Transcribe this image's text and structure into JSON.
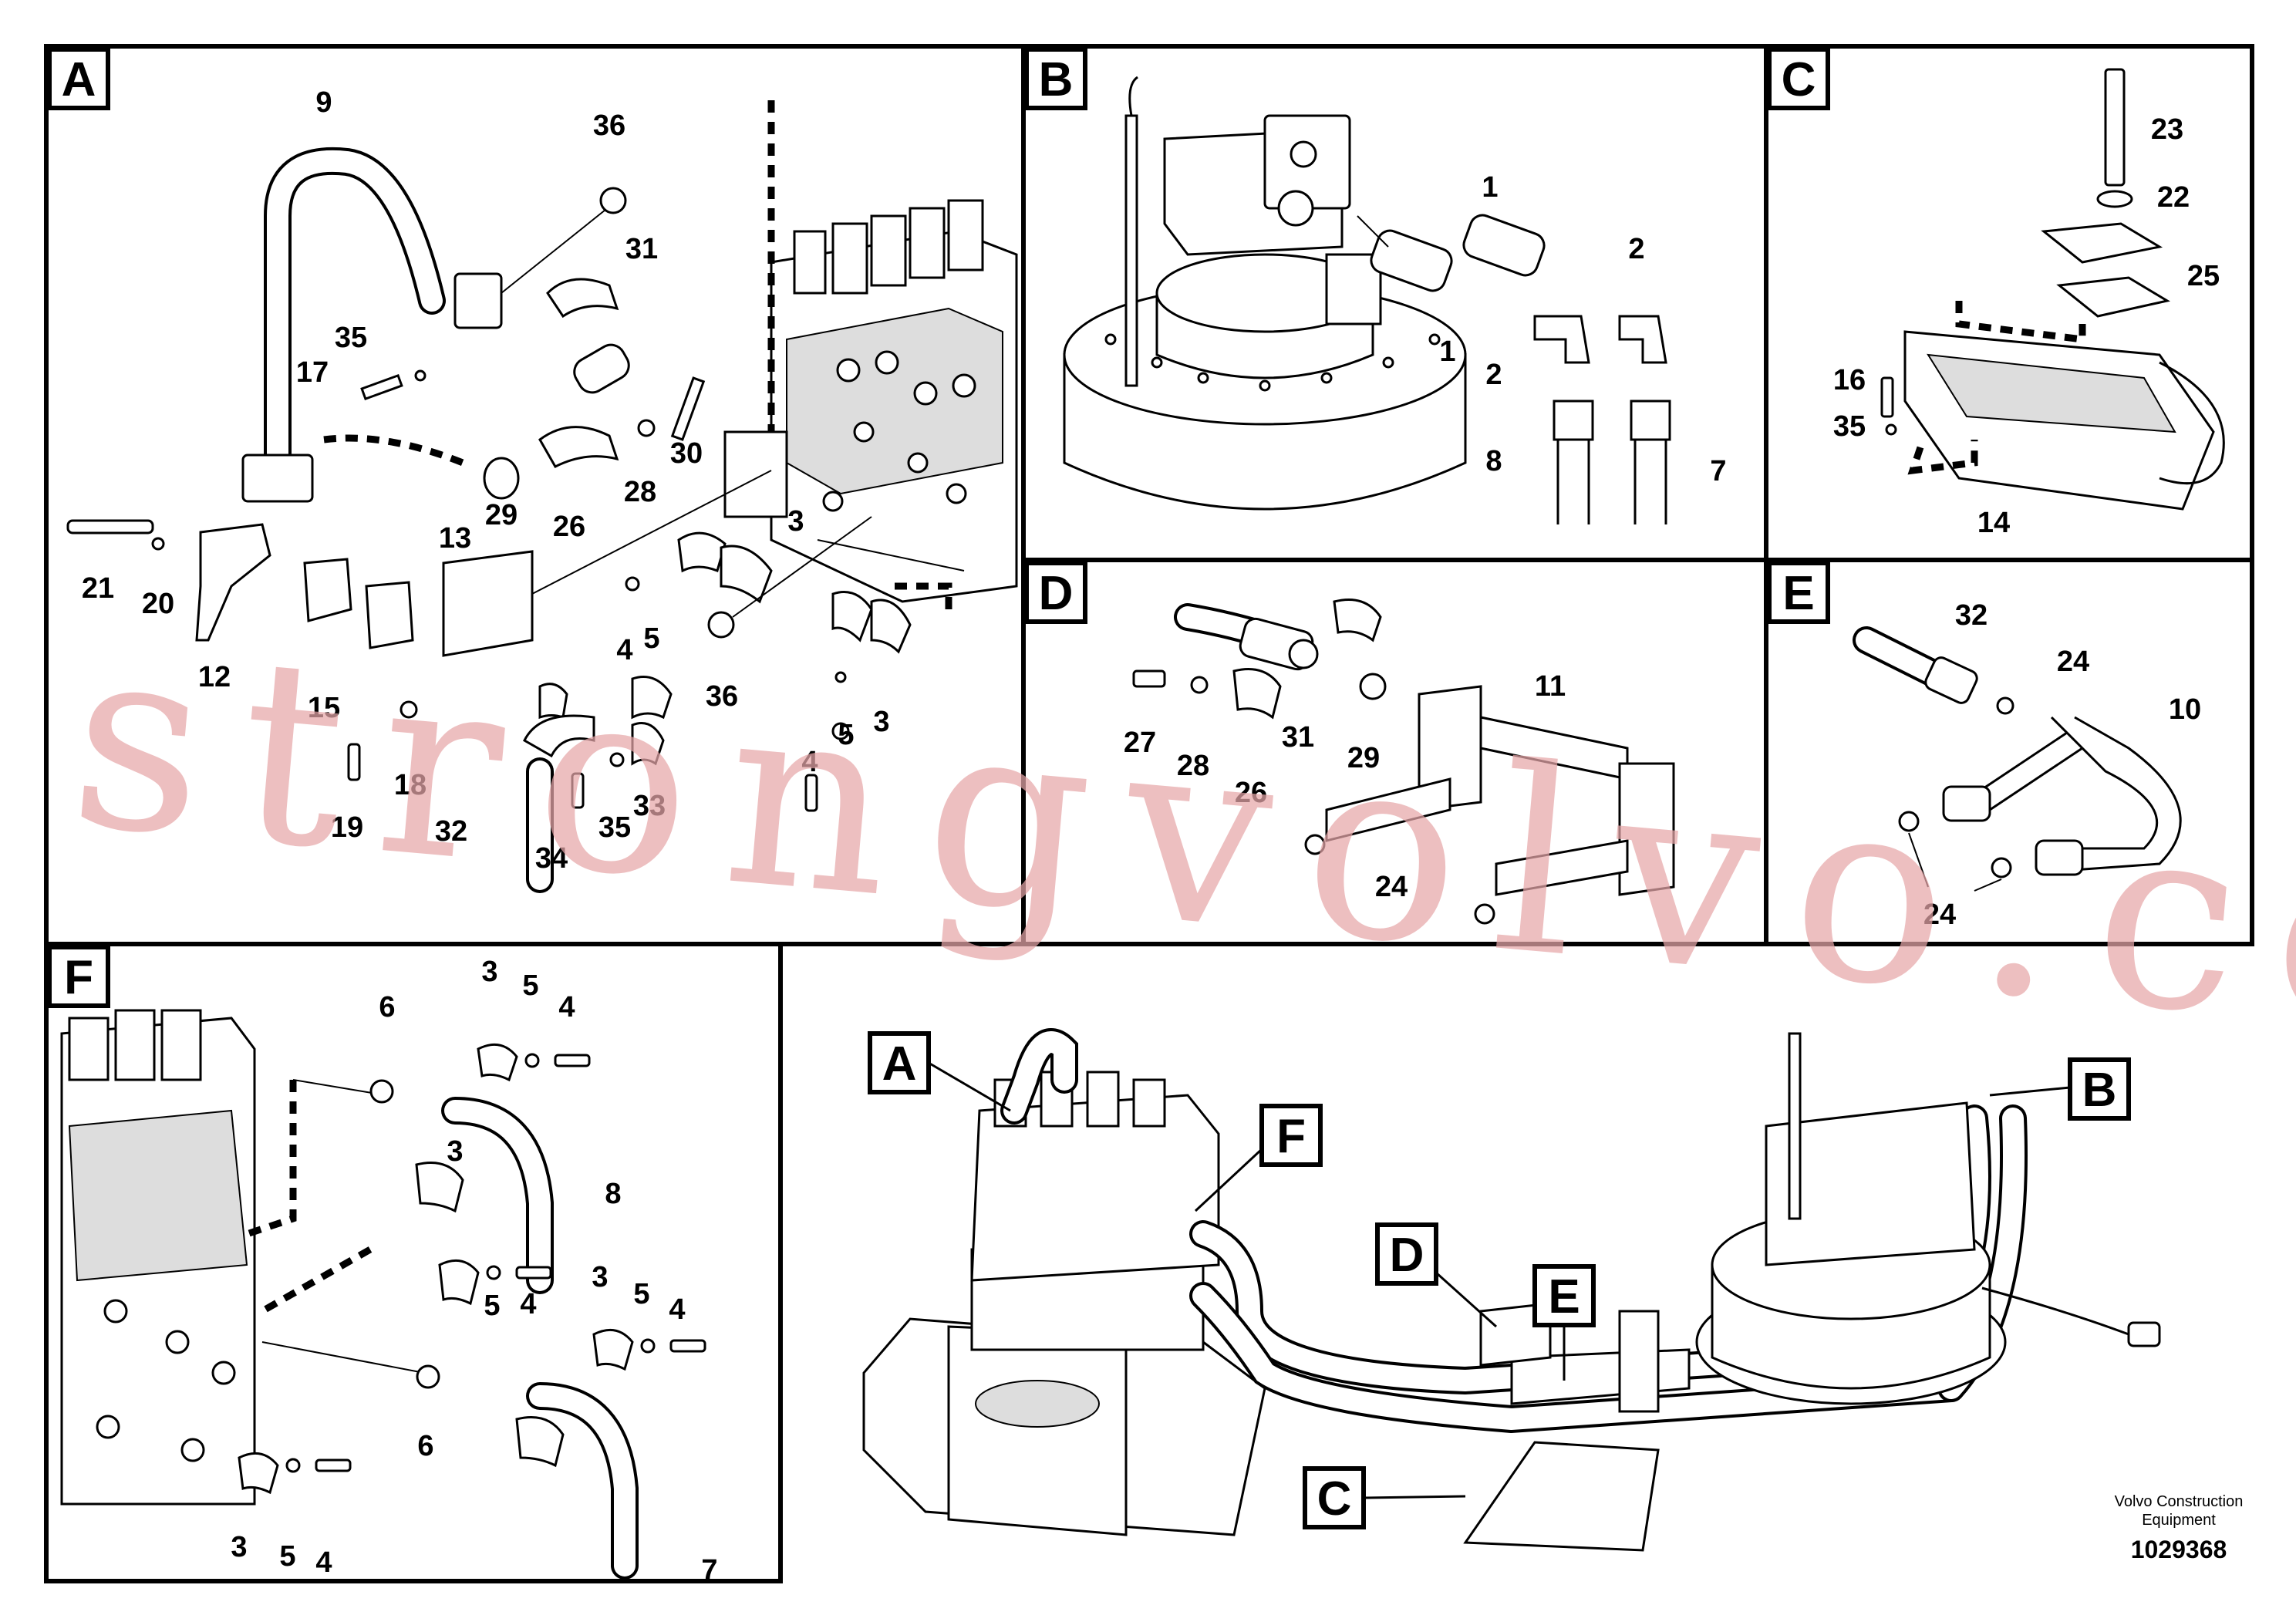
{
  "panels": [
    {
      "id": "A",
      "letter": "A"
    },
    {
      "id": "B",
      "letter": "B"
    },
    {
      "id": "C",
      "letter": "C"
    },
    {
      "id": "D",
      "letter": "D"
    },
    {
      "id": "E",
      "letter": "E"
    },
    {
      "id": "F",
      "letter": "F"
    }
  ],
  "overview_labels": [
    "A",
    "F",
    "D",
    "E",
    "B",
    "C"
  ],
  "callouts": {
    "A": [
      "9",
      "36",
      "31",
      "35",
      "17",
      "30",
      "29",
      "28",
      "26",
      "13",
      "21",
      "20",
      "12",
      "15",
      "3",
      "4",
      "5",
      "36",
      "4",
      "5",
      "3",
      "18",
      "19",
      "33",
      "35",
      "32",
      "34"
    ],
    "B": [
      "1",
      "1",
      "2",
      "2",
      "8",
      "7"
    ],
    "C": [
      "23",
      "22",
      "25",
      "16",
      "35",
      "14"
    ],
    "D": [
      "11",
      "27",
      "28",
      "31",
      "29",
      "26",
      "24"
    ],
    "E": [
      "32",
      "24",
      "10",
      "24"
    ],
    "F": [
      "6",
      "3",
      "5",
      "4",
      "8",
      "3",
      "5",
      "4",
      "3",
      "5",
      "4",
      "6",
      "7",
      "3",
      "5",
      "4"
    ]
  },
  "footer": {
    "company_line1": "Volvo Construction",
    "company_line2": "Equipment",
    "drawing_number": "1029368"
  },
  "watermark": "strongvolvo.com"
}
